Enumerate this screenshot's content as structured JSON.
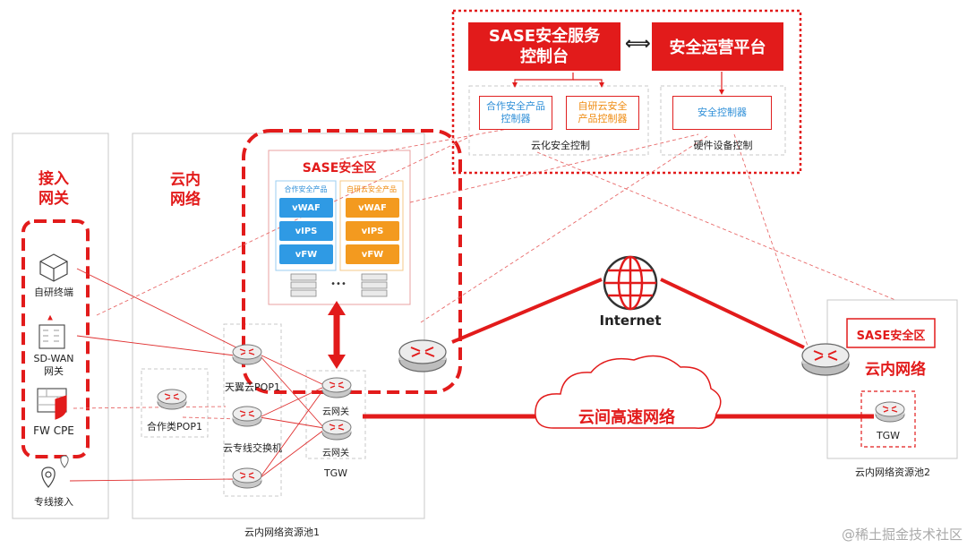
{
  "sase_console": "SASE安全服务\n控制台",
  "sec_ops_platform": "安全运营平台",
  "double_arrow": "⟺",
  "partner_sec_ctrl": "合作安全产品\n控制器",
  "selfdev_cloud_sec_ctrl": "自研云安全\n产品控制器",
  "sec_ctrl": "安全控制器",
  "cloud_sec_control": "云化安全控制",
  "hw_device_control": "硬件设备控制",
  "access_gateway": "接入\n网关",
  "selfdev_terminal": "自研终端",
  "sdwan_gateway": "SD-WAN\n网关",
  "fw_cpe": "FW CPE",
  "dedicated_access": "专线接入",
  "intra_cloud_network": "云内\n网络",
  "sase_zone": "SASE安全区",
  "partner_products": "合作安全产品",
  "selfdev_products": "自研云安全产品",
  "vwaf": "vWAF",
  "vips": "vIPS",
  "vfw": "vFW",
  "ellipsis": "•••",
  "tianyi_pop1": "天翼云POP1",
  "partner_pop1": "合作类POP1",
  "dedicated_switch": "云专线交换机",
  "cloud_gateway_1": "云网关",
  "cloud_gateway_2": "云网关",
  "tgw": "TGW",
  "pool1": "云内网络资源池1",
  "internet": "Internet",
  "inter_cloud_network": "云间高速网络",
  "sase_zone_2": "SASE安全区",
  "intra_cloud_network_2": "云内网络",
  "tgw_2": "TGW",
  "pool2": "云内网络资源池2",
  "watermark": "@稀土掘金技术社区",
  "colors": {
    "accent_red": "#e21b1b",
    "blue": "#2f9ae4",
    "orange": "#f39a1f"
  }
}
